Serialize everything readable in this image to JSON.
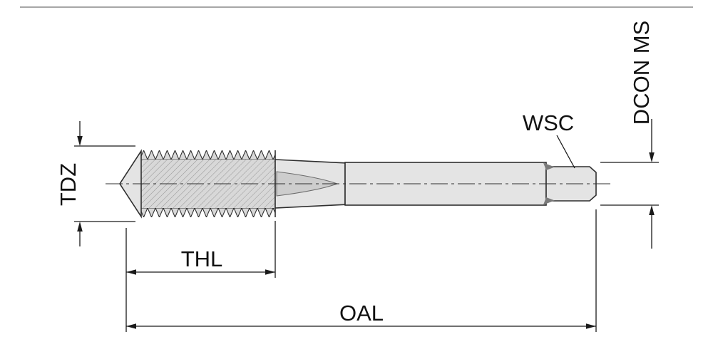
{
  "theme": {
    "background": "#ffffff",
    "line": "#2f2f2f",
    "line-soft": "#6b6b6b",
    "dim-line": "#1a1a1a",
    "text": "#111111",
    "body-fill": "#e4e4e4",
    "thread-fill": "#d8d8d8",
    "flute-fill": "#cdcdcd",
    "hatch": "#8f8f8f",
    "notch": "#7a7a7a",
    "frame-line": "#8a8a8a"
  },
  "labels": {
    "tdz": "TDZ",
    "thl": "THL",
    "oal": "OAL",
    "wsc": "WSC",
    "dcon_ms": "DCON MS"
  }
}
